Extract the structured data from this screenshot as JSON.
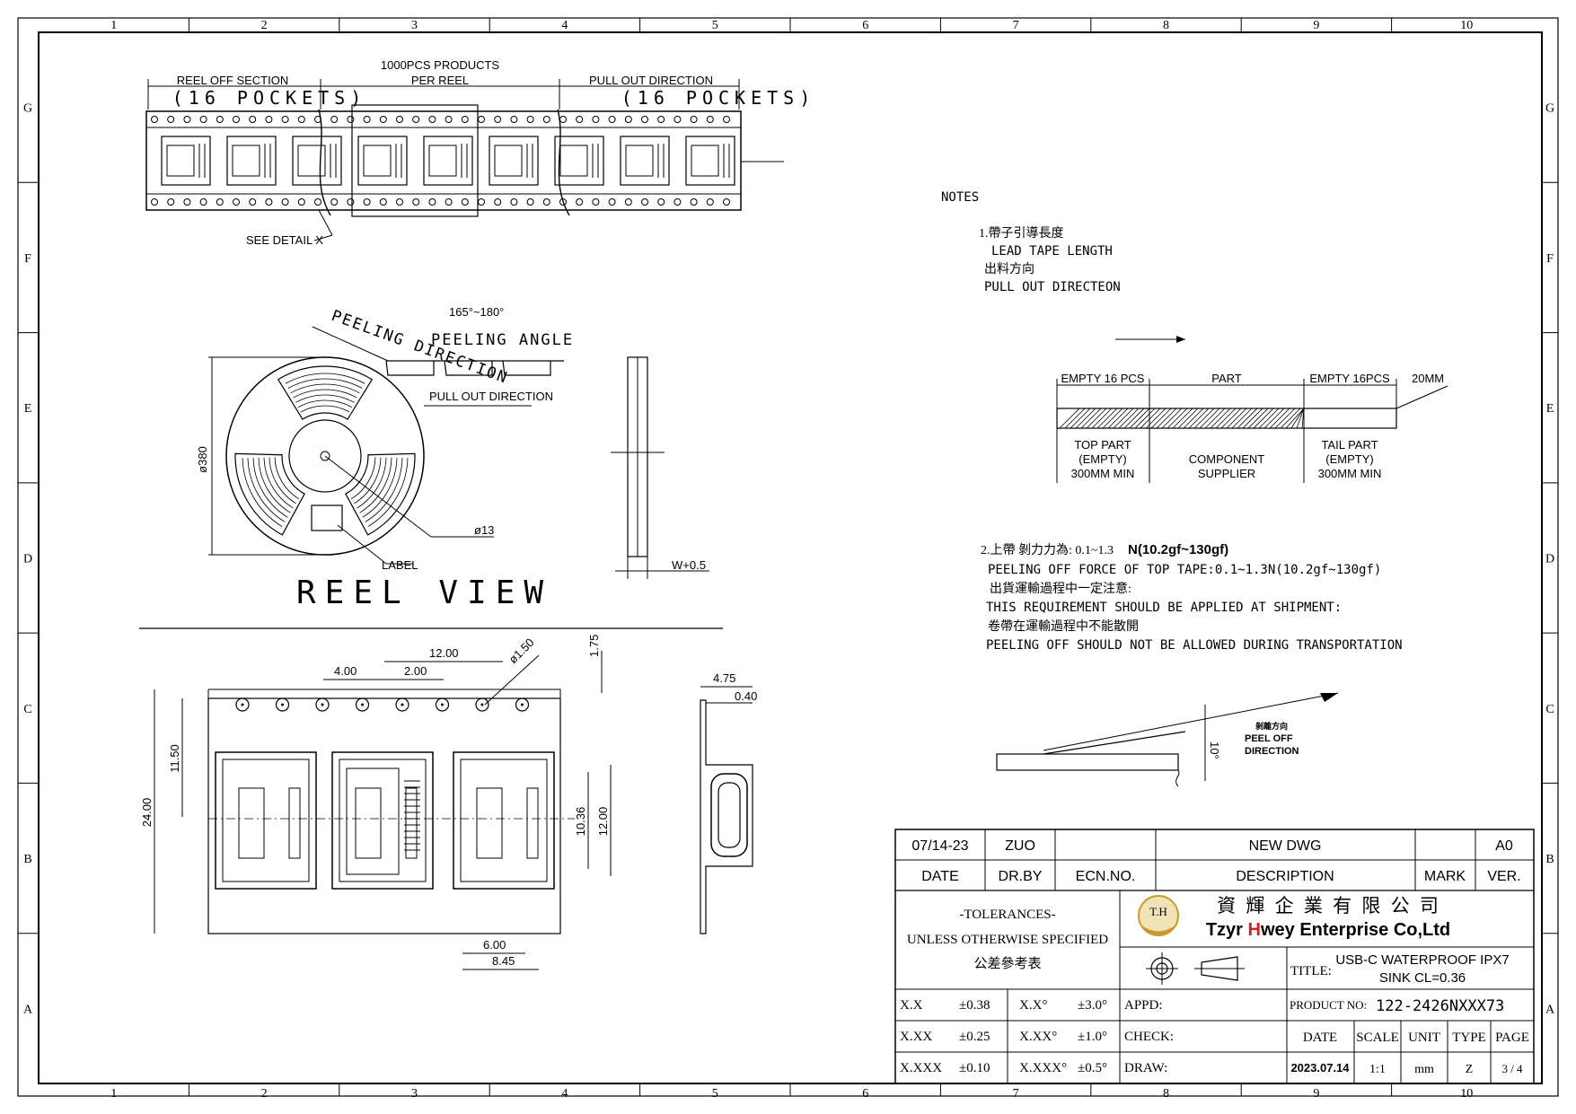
{
  "frame": {
    "col_labels": [
      "1",
      "2",
      "3",
      "4",
      "5",
      "6",
      "7",
      "8",
      "9",
      "10"
    ],
    "row_labels": [
      "G",
      "F",
      "E",
      "D",
      "C",
      "B",
      "A"
    ]
  },
  "tape_view": {
    "reel_off_section": "REEL OFF SECTION",
    "reel_off_pockets": "(16 POCKETS)",
    "products_per_reel_1": "1000PCS PRODUCTS",
    "products_per_reel_2": "PER REEL",
    "pull_out_direction": "PULL OUT DIRECTION",
    "pull_out_pockets": "(16 POCKETS)",
    "see_detail": "SEE DETAIL X"
  },
  "reel_view": {
    "title": "REEL VIEW",
    "peeling_direction": "PEELING DIRECTION",
    "peeling_angle": "PEELING ANGLE",
    "angle_range": "165°~180°",
    "pull_out_direction": "PULL OUT DIRECTION",
    "diameter": "ø380",
    "hub": "ø13",
    "label": "LABEL",
    "width": "W+0.5"
  },
  "detail_x": {
    "dims": {
      "pitch_small": "4.00",
      "offset": "2.00",
      "pitch": "12.00",
      "hole": "ø1.50",
      "edge": "1.75",
      "center": "11.50",
      "width": "24.00",
      "pocket_w": "10.36",
      "pocket_total": "12.00",
      "inner": "6.00",
      "outer": "8.45",
      "depth": "4.75",
      "thickness": "0.40"
    }
  },
  "notes": {
    "title": "NOTES",
    "n1_cn": "1.帶子引導長度",
    "n1_en": "LEAD TAPE LENGTH",
    "n1b_cn": "出料方向",
    "n1b_en": "PULL OUT DIRECTEON",
    "empty16_left": "EMPTY 16 PCS",
    "part": "PART",
    "empty16_right": "EMPTY 16PCS",
    "mm20": "20MM",
    "top_part_1": "TOP PART",
    "top_part_2": "(EMPTY)",
    "top_part_3": "300MM MIN",
    "comp_1": "COMPONENT",
    "comp_2": "SUPPLIER",
    "tail_1": "TAIL PART",
    "tail_2": "(EMPTY)",
    "tail_3": "300MM MIN",
    "n2_cn_a": "2.上帶 剝力力為: 0.1~1.3",
    "n2_cn_b": "N(10.2gf~130gf)",
    "n2_en": "PEELING OFF FORCE OF TOP TAPE:0.1~1.3N(10.2gf~130gf)",
    "n2b_cn": "出貨運輸過程中一定注意:",
    "n2b_en": "THIS REQUIREMENT SHOULD BE APPLIED AT SHIPMENT:",
    "n2c_cn": "卷帶在運輸過程中不能散開",
    "n2c_en": "PEELING OFF SHOULD NOT BE ALLOWED DURING TRANSPORTATION",
    "peel_angle": "10°",
    "peel_cn": "剝離方向",
    "peel_en_1": "PEEL OFF",
    "peel_en_2": "DIRECTION"
  },
  "title_block": {
    "rev_date": "07/14-23",
    "rev_by": "ZUO",
    "rev_ecn": "",
    "rev_desc": "NEW DWG",
    "rev_mark": "",
    "rev_ver": "A0",
    "h_date": "DATE",
    "h_drby": "DR.BY",
    "h_ecn": "ECN.NO.",
    "h_desc": "DESCRIPTION",
    "h_mark": "MARK",
    "h_ver": "VER.",
    "tol_1": "-TOLERANCES-",
    "tol_2": "UNLESS OTHERWISE SPECIFIED",
    "tol_3": "公差參考表",
    "company_cn": "資 輝 企 業 有 限 公 司",
    "company_en_1": "Tzyr ",
    "company_en_h": "H",
    "company_en_2": "wey Enterprise Co,Ltd",
    "logo": "T.H",
    "title_label": "TITLE:",
    "title_1": "USB-C WATERPROOF IPX7",
    "title_2": "SINK CL=0.36",
    "tol_rows": [
      {
        "a": "X.X",
        "b": "±0.38",
        "c": "X.X°",
        "d": "±3.0°"
      },
      {
        "a": "X.XX",
        "b": "±0.25",
        "c": "X.XX°",
        "d": "±1.0°"
      },
      {
        "a": "X.XXX",
        "b": "±0.10",
        "c": "X.XXX°",
        "d": "±0.5°"
      }
    ],
    "appd": "APPD:",
    "check": "CHECK:",
    "draw": "DRAW:",
    "product_no_label": "PRODUCT NO:",
    "product_no": "122-2426NXXX73",
    "date_label": "DATE",
    "scale_label": "SCALE",
    "unit_label": "UNIT",
    "type_label": "TYPE",
    "page_label": "PAGE",
    "date": "2023.07.14",
    "scale": "1:1",
    "unit": "mm",
    "type": "Z",
    "page": "3 / 4"
  }
}
